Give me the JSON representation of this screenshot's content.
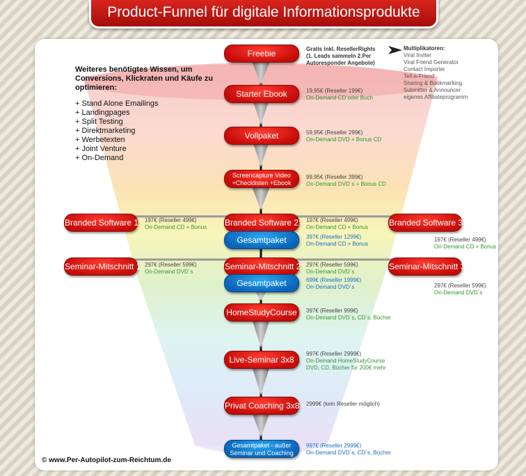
{
  "title": "Product-Funnel für digitale Informationsprodukte",
  "footer": "© www.Per-Autopilot-zum-Reichtum.de",
  "colors": {
    "red": "#d8251d",
    "blue": "#1a8ad8",
    "green_text": "#2c9a2c"
  },
  "left_block": {
    "heading": "Weiteres benötigtes Wissen, um Conversions, Klickraten und Käufe zu optimieren:",
    "items": [
      "+ Stand Alone Emailings",
      "+ Landingpages",
      "+ Split Testing",
      "+ Direktmarketing",
      "+ Werbetexten",
      "+ Joint Venture",
      "+ On-Demand"
    ]
  },
  "multiplikatoren": {
    "heading": "Multiplikatoren:",
    "items": [
      "Viral Inviter",
      "Viral Friend Generator",
      "Contact Importer",
      "Tell-a-Friend",
      "Sharing & Bookmarking",
      "Submitter & Announcer",
      "eigenes Affiliateprogramm"
    ]
  },
  "steps": {
    "freebie": {
      "label": "Freebie",
      "line1": "Gratis inkl. ResellerRights",
      "line2": "(1. Leads sammeln 2.Per",
      "line3": "Autoresponder Angebote)"
    },
    "starter": {
      "label": "Starter Ebook",
      "price": "19,95€ (Reseller 199€)",
      "detail": "On-Demand CD oder Buch"
    },
    "vollpaket": {
      "label": "Vollpaket",
      "price": "59,95€ (Reseller 299€)",
      "detail": "On-Demand DVD + Bonus CD"
    },
    "screencapture": {
      "label1": "Screencapture Video",
      "label2": "+Checklisten +Ebook",
      "price": "99,95€ (Reseller 399€)",
      "detail": "On-Demand DVD´s + Bonus CD"
    },
    "bs2": {
      "label": "Branded Software 2",
      "price": "197€ (Reseller 499€)",
      "detail": "On-Demand CD + Bonus"
    },
    "bs1": {
      "label": "Branded Software 1",
      "price": "197€ (Reseller 499€)",
      "detail": "On-Demand CD + Bonus"
    },
    "bs3": {
      "label": "Branded Software 3",
      "price": "197€ (Reseller 499€)",
      "detail": "On-Demand CD + Bonus"
    },
    "gesamt1": {
      "label": "Gesamtpaket",
      "price": "397€ (Reseller 1299€)",
      "detail": "On-Demand CD + Bonus"
    },
    "sm2": {
      "label": "Seminar-Mitschnitt 2",
      "price": "297€ (Reseller 599€)",
      "detail": "On-Demand DVD´s"
    },
    "sm1": {
      "label": "Seminar-Mitschnitt 1",
      "price": "297€ (Reseller 599€)",
      "detail": "On-Demand DVD´s"
    },
    "sm3": {
      "label": "Seminar-Mitschnitt 3",
      "price": "297€ (Reseller 599€)",
      "detail": "On-Demand DVD´s"
    },
    "gesamt2": {
      "label": "Gesamtpaket",
      "price": "699€ (Reseller 1999€)",
      "detail": "On-Demand DVD´s"
    },
    "homestudy": {
      "label": "HomeStudyCourse",
      "price": "397€ (Reseller 999€)",
      "detail": "On-Demand DVD´s, CD´s, Bücher"
    },
    "live": {
      "label": "Live-Seminar 3x8",
      "price": "997€ (Reseller 2999€)",
      "detail1": "On-Demand HomeStudyCourse",
      "detail2": "DVD, CD, Bücher für 200€ mehr"
    },
    "coaching": {
      "label": "Privat Coaching 3x8",
      "price": "2999€ (kein Reseller möglich)"
    },
    "gesamt3": {
      "label1": "Gesamtpaket - außer",
      "label2": "Seminar und Coaching",
      "price": "997€ (Reseller 2999€)",
      "detail": "On-Demand DVD´s, CD´s, Bücher"
    }
  }
}
